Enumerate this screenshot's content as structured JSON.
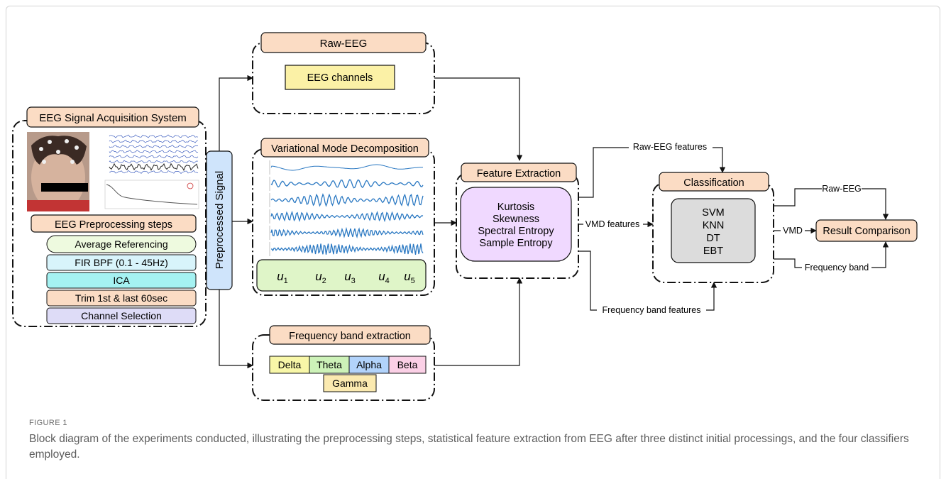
{
  "diagram": {
    "acquisition": {
      "title": "EEG Signal Acquisition System",
      "preprocessing_title": "EEG Preprocessing steps",
      "steps": [
        "Average Referencing",
        "FIR BPF (0.1 - 45Hz)",
        "ICA",
        "Trim 1st & last 60sec",
        "Channel Selection"
      ]
    },
    "preprocessed_signal": "Preprocessed Signal",
    "raw_eeg": {
      "title": "Raw-EEG",
      "inner": "EEG channels"
    },
    "vmd": {
      "title": "Variational Mode Decomposition",
      "modes": [
        "u",
        "u",
        "u",
        "u",
        "u"
      ],
      "mode_subscripts": [
        "1",
        "2",
        "3",
        "4",
        "5"
      ]
    },
    "frequency": {
      "title": "Frequency band extraction",
      "bands": [
        "Delta",
        "Theta",
        "Alpha",
        "Beta",
        "Gamma"
      ]
    },
    "feature_extraction": {
      "title": "Feature Extraction",
      "features": [
        "Kurtosis",
        "Skewness",
        "Spectral Entropy",
        "Sample Entropy"
      ]
    },
    "edge_labels": {
      "raw_features": "Raw-EEG features",
      "vmd_features": "VMD features",
      "freq_features": "Frequency band features",
      "raw": "Raw-EEG",
      "vmd": "VMD",
      "freq": "Frequency band"
    },
    "classification": {
      "title": "Classification",
      "classifiers": [
        "SVM",
        "KNN",
        "DT",
        "EBT"
      ]
    },
    "result": "Result Comparison",
    "colors": {
      "title_fill": "#fbdcc4",
      "yellow": "#fbf1a6",
      "green_mode": "#dff5c8",
      "lavender": "#f0d9ff",
      "gray": "#dcdcdc",
      "blue_panel": "#cfe4fb",
      "avg_ref": "#eefadf",
      "fir": "#d8f4fb",
      "ica": "#a5f2f2",
      "trim": "#fbdcc4",
      "channel": "#dedcf7",
      "delta": "#f8f7a8",
      "theta": "#cdf2b8",
      "alpha": "#b2d3fb",
      "beta": "#fbd0e6",
      "gamma": "#fbeab0"
    }
  },
  "caption": {
    "label": "FIGURE 1",
    "text": "Block diagram of the experiments conducted, illustrating the preprocessing steps, statistical feature extraction from EEG after three distinct initial processings, and the four classifiers employed."
  }
}
